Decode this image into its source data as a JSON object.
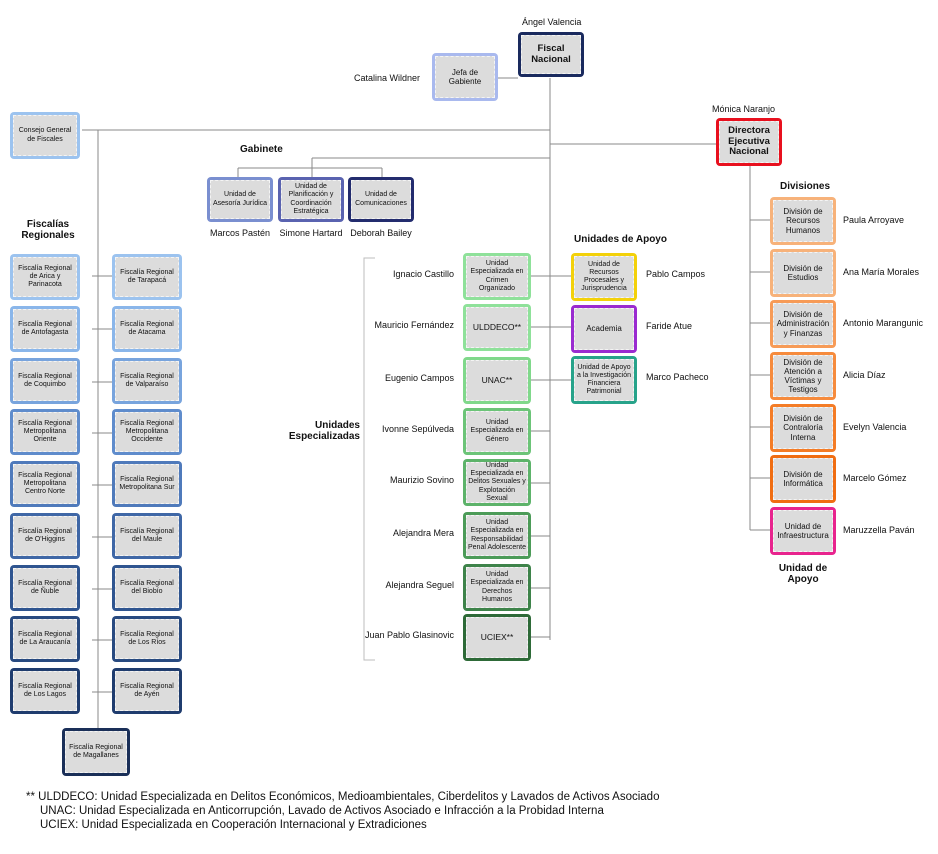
{
  "top": {
    "fiscal_nacional": {
      "label": "Fiscal Nacional",
      "person": "Ángel Valencia"
    },
    "jefa_gabinete": {
      "label": "Jefa de Gabiente",
      "person": "Catalina Wildner"
    },
    "consejo": {
      "label": "Consejo General de Fiscales"
    },
    "directora": {
      "label": "Directora Ejecutiva Nacional",
      "person": "Mónica Naranjo"
    }
  },
  "headers": {
    "gabinete": "Gabinete",
    "fiscalias_regionales": "Fiscalías Regionales",
    "unidades_apoyo": "Unidades de Apoyo",
    "unidades_especializadas": "Unidades Especializadas",
    "divisiones": "Divisiones",
    "unidad_apoyo": "Unidad de Apoyo"
  },
  "gabinete": [
    {
      "label": "Unidad de Asesoría Jurídica",
      "person": "Marcos Pastén"
    },
    {
      "label": "Unidad de Planificación y Coordinación Estratégica",
      "person": "Simone Hartard"
    },
    {
      "label": "Unidad de Comunicaciones",
      "person": "Deborah Bailey"
    }
  ],
  "fiscalias_left": [
    "Fiscalía Regional de Arica y Parinacota",
    "Fiscalía Regional de Antofagasta",
    "Fiscalía Regional de Coquimbo",
    "Fiscalía Regional Metropolitana Oriente",
    "Fiscalía Regional Metropolitana Centro Norte",
    "Fiscalía Regional de O'Higgins",
    "Fiscalía Regional de Ñuble",
    "Fiscalía Regional de La Araucanía",
    "Fiscalía Regional de Los Lagos"
  ],
  "fiscalias_right": [
    "Fiscalía Regional de Tarapacá",
    "Fiscalía Regional de Atacama",
    "Fiscalía Regional de Valparaíso",
    "Fiscalía Regional Metropolitana Occidente",
    "Fiscalía Regional Metropolitana Sur",
    "Fiscalía Regional del Maule",
    "Fiscalía Regional del Biobío",
    "Fiscalía Regional de Los Ríos",
    "Fiscalía Regional de Ayén"
  ],
  "fiscalia_bottom": "Fiscalía Regional de Magallanes",
  "especializadas": [
    {
      "label": "Unidad Especializada en Crimen Organizado",
      "person": "Ignacio Castillo"
    },
    {
      "label": "ULDDECO**",
      "person": "Mauricio Fernández"
    },
    {
      "label": "UNAC**",
      "person": "Eugenio Campos"
    },
    {
      "label": "Unidad Especializada en Género",
      "person": "Ivonne Sepúlveda"
    },
    {
      "label": "Unidad Especializada en Delitos Sexuales y Explotación Sexual",
      "person": "Maurizio Sovino"
    },
    {
      "label": "Unidad Especializada en Responsabilidad Penal Adolescente",
      "person": "Alejandra Mera"
    },
    {
      "label": "Unidad Especializada en Derechos Humanos",
      "person": "Alejandra Seguel"
    },
    {
      "label": "UCIEX**",
      "person": "Juan Pablo Glasinovic"
    }
  ],
  "apoyo": [
    {
      "label": "Unidad de Recursos Procesales y Jurisprudencia",
      "person": "Pablo Campos"
    },
    {
      "label": "Academia",
      "person": "Faride Atue"
    },
    {
      "label": "Unidad de Apoyo a la Investigación Financiera Patrimonial",
      "person": "Marco Pacheco"
    }
  ],
  "divisiones": [
    {
      "label": "División de Recursos Humanos",
      "person": "Paula Arroyave"
    },
    {
      "label": "División de Estudios",
      "person": "Ana María Morales"
    },
    {
      "label": "División de Administración y Finanzas",
      "person": "Antonio Marangunic"
    },
    {
      "label": "División de Atención a Víctimas y Testigos",
      "person": "Alicia Díaz"
    },
    {
      "label": "División de Contraloría Interna",
      "person": "Evelyn Valencia"
    },
    {
      "label": "División de Informática",
      "person": "Marcelo Gómez"
    },
    {
      "label": "Unidad de Infraestructura",
      "person": "Maruzzella Paván"
    }
  ],
  "footnotes": [
    "** ULDDECO: Unidad Especializada en Delitos Económicos, Medioambientales, Ciberdelitos y Lavados de Activos Asociado",
    "UNAC: Unidad Especializada en Anticorrupción, Lavado de Activos Asociado e Infracción a la Probidad Interna",
    "UCIEX: Unidad Especializada en Cooperación Internacional y Extradiciones"
  ],
  "colors": {
    "navy": "#1a2a5e",
    "red": "#e8101e",
    "jefa": "#a9b9ee",
    "consejo": "#9cc3ef",
    "gab1": "#7a8fd0",
    "gab2": "#5a63b0",
    "gab3": "#232c6e",
    "fiscalias": [
      "#9cc3ef",
      "#8ab6ea",
      "#78a4dd",
      "#5f8ccc",
      "#4f7abb",
      "#3f67a6",
      "#2f5590",
      "#284a80",
      "#1f3c6e"
    ],
    "magallanes": "#1a2f58",
    "especializadas": [
      "#8fe19a",
      "#8fe19a",
      "#80d88b",
      "#6cc478",
      "#5db36a",
      "#4c9b58",
      "#3e834a",
      "#2e6a38"
    ],
    "apoyo": [
      "#f3d10a",
      "#9a2bd0",
      "#27a38a"
    ],
    "divisiones": [
      "#f7b27a",
      "#f7b27a",
      "#f79b57",
      "#f68b3d",
      "#f47c26",
      "#f06d12"
    ],
    "infraestructura": "#e8248e"
  }
}
